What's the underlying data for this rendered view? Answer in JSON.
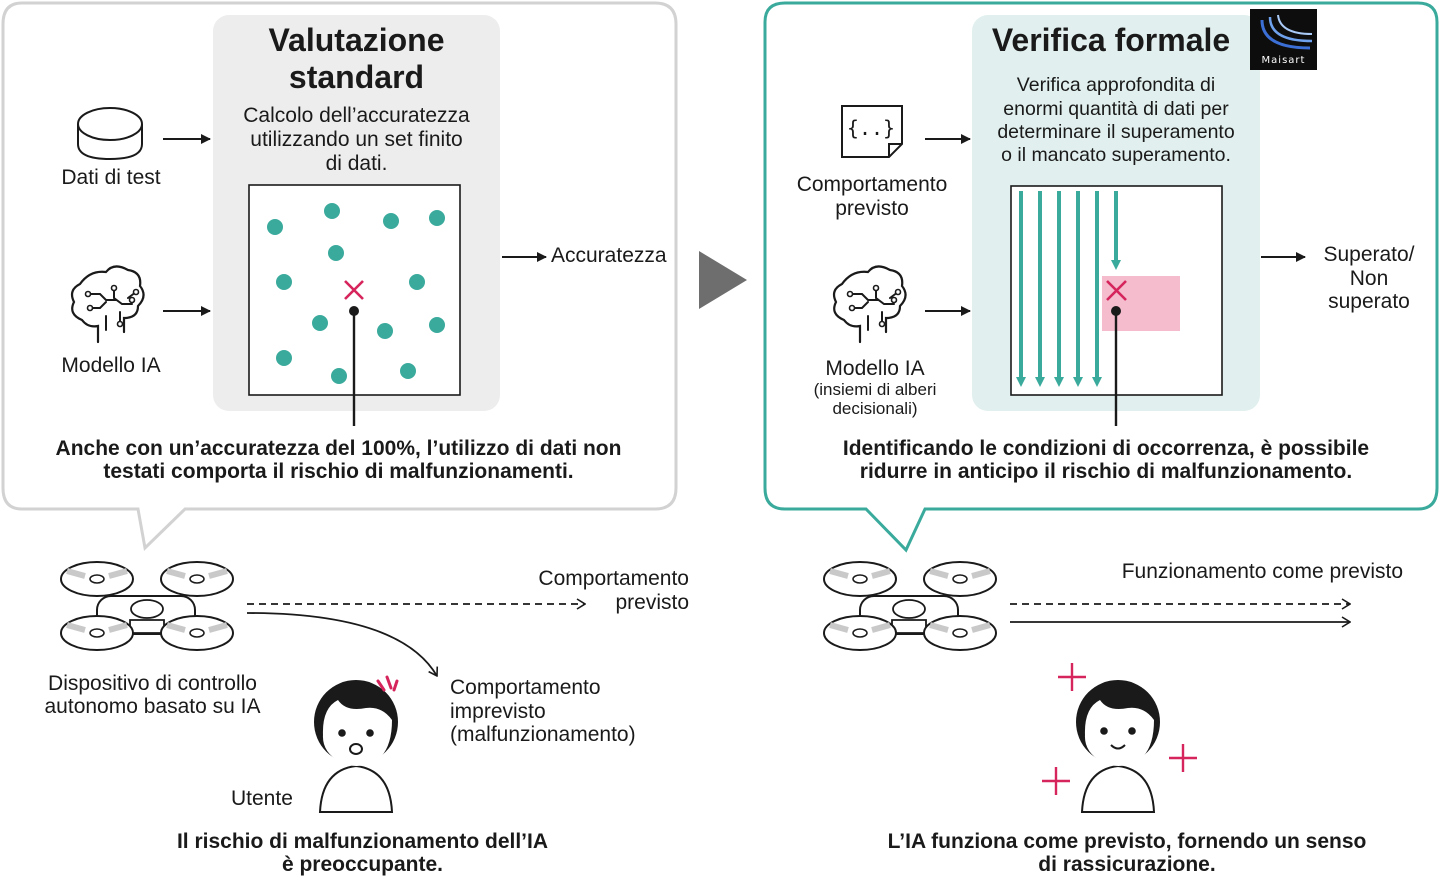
{
  "left_panel": {
    "title_line1": "Valutazione",
    "title_line2": "standard",
    "description_line1": "Calcolo dell’accuratezza",
    "description_line2": "utilizzando un set finito",
    "description_line3": "di dati.",
    "test_data_label": "Dati di test",
    "model_label": "Modello IA",
    "output_label": "Accuratezza",
    "warning_line1": "Anche con un’accuratezza del 100%, l’utilizzo di dati non",
    "warning_line2": "testati comporta il rischio di malfunzionamenti."
  },
  "right_panel": {
    "title": "Verifica formale",
    "logo_text": "Maisart",
    "description_line1": "Verifica approfondita di",
    "description_line2": "enormi quantità di dati per",
    "description_line3": "determinare il superamento",
    "description_line4": "o il mancato superamento.",
    "spec_icon_text": "{..}",
    "spec_label_line1": "Comportamento",
    "spec_label_line2": "previsto",
    "model_label": "Modello IA",
    "model_sublabel_line1": "(insiemi di alberi",
    "model_sublabel_line2": "decisionali)",
    "output_line1": "Superato/",
    "output_line2": "Non",
    "output_line3": "superato",
    "benefit_line1": "Identificando le condizioni di occorrenza, è possibile",
    "benefit_line2": "ridurre in anticipo il rischio di malfunzionamento."
  },
  "bottom_left": {
    "expected_line1": "Comportamento",
    "expected_line2": "previsto",
    "device_line1": "Dispositivo di controllo",
    "device_line2": "autonomo basato su IA",
    "unexpected_line1": "Comportamento",
    "unexpected_line2": "imprevisto",
    "unexpected_line3": "(malfunzionamento)",
    "user_label": "Utente",
    "caption_line1": "Il rischio di malfunzionamento dell’IA",
    "caption_line2": "è preoccupante."
  },
  "bottom_right": {
    "expected_label": "Funzionamento come previsto",
    "caption_line1": "L’IA funziona come previsto, fornendo un senso",
    "caption_line2": "di rassicurazione."
  },
  "colors": {
    "teal": "#3aaa9c",
    "teal_light": "#e1f0ee",
    "gray_light": "#ededed",
    "border_gray": "#d0d0d0",
    "magenta": "#d6245c",
    "pink_region": "#f4bccd"
  }
}
